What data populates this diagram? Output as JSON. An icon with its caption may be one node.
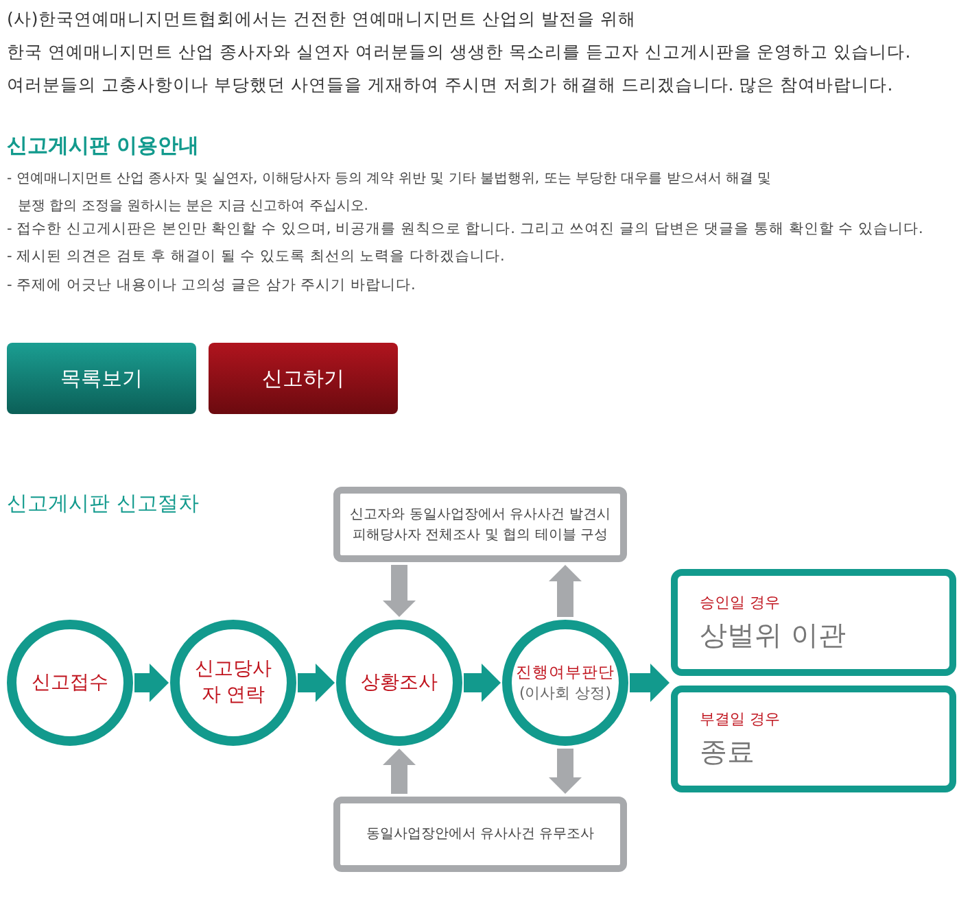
{
  "diagram": {
    "nodes": [
      {
        "text": [
          "신고접수"
        ]
      },
      {
        "text": [
          "신고당사자 연락"
        ]
      },
      {
        "text": [
          "상황조사"
        ]
      },
      {
        "text": [
          "진행여부판단",
          "(이사회 상정)"
        ]
      },
      {
        "text": [
          "신고자와 동일사업장에서 유사사건 발견시 피해당사자 전체조사 및 협의 테이블 구성"
        ]
      },
      {
        "text": [
          "동일사업장안에서 유사사건 유무조사"
        ]
      },
      {
        "text": [
          "승인일 경우",
          "상벌위 이관"
        ]
      },
      {
        "text": [
          "부결일 경우",
          "종료"
        ]
      }
    ],
    "edges": [
      {
        "from": 0,
        "to": 1,
        "arrow": "to",
        "style": "thick"
      },
      {
        "from": 1,
        "to": 2,
        "arrow": "to",
        "style": "thick"
      },
      {
        "from": 2,
        "to": 3,
        "arrow": "to",
        "style": "thick"
      },
      {
        "from": 3,
        "to": 6,
        "arrow": "to",
        "style": "thick"
      },
      {
        "from": 3,
        "to": 7,
        "arrow": "to",
        "style": "thick"
      },
      {
        "from": 4,
        "to": 2,
        "arrow": "to",
        "style": "thick",
        "color": "#a7a9ac"
      },
      {
        "from": 3,
        "to": 4,
        "arrow": "to",
        "style": "thick",
        "color": "#a7a9ac"
      },
      {
        "from": 5,
        "to": 2,
        "arrow": "to",
        "style": "thick",
        "color": "#a7a9ac"
      },
      {
        "from": 3,
        "to": 5,
        "arrow": "to",
        "style": "thick",
        "color": "#a7a9ac"
      }
    ],
    "labels": [
      "(사)한국연예매니지먼트협회에서는 건전한 연예매니지먼트 산업의 발전을 위해",
      "한국 연예매니지먼트 산업 종사자와 실연자 여러분들의 생생한 목소리를 듣고자 신고게시판을 운영하고 있습니다.",
      "여러분들의 고충사항이나 부당했던 사연들을 게재하여 주시면 저희가 해결해 드리겠습니다. 많은 참여바랍니다.",
      "신고게시판 이용안내",
      "- 연예매니지먼트 산업 종사자 및 실연자, 이해당사자 등의 계약 위반 및 기타 불법행위, 또는 부당한 대우를 받으셔서 해결 및 분쟁 합의 조정을 원하시는 분은 지금 신고하여 주십시오.",
      "- 접수한 신고게시판은 본인만 확인할 수 있으며, 비공개를 원칙으로 합니다. 그리고 쓰여진 글의 답변은 댓글을 통해 확인할 수 있습니다.",
      "- 제시된 의견은 검토 후 해결이 될 수 있도록 최선의 노력을 다하겠습니다.",
      "- 주제에 어긋난 내용이나 고의성 글은 삼가 주시기 바랍니다.",
      "목록보기",
      "신고하기",
      "신고게시판 신고절차"
    ]
  }
}
